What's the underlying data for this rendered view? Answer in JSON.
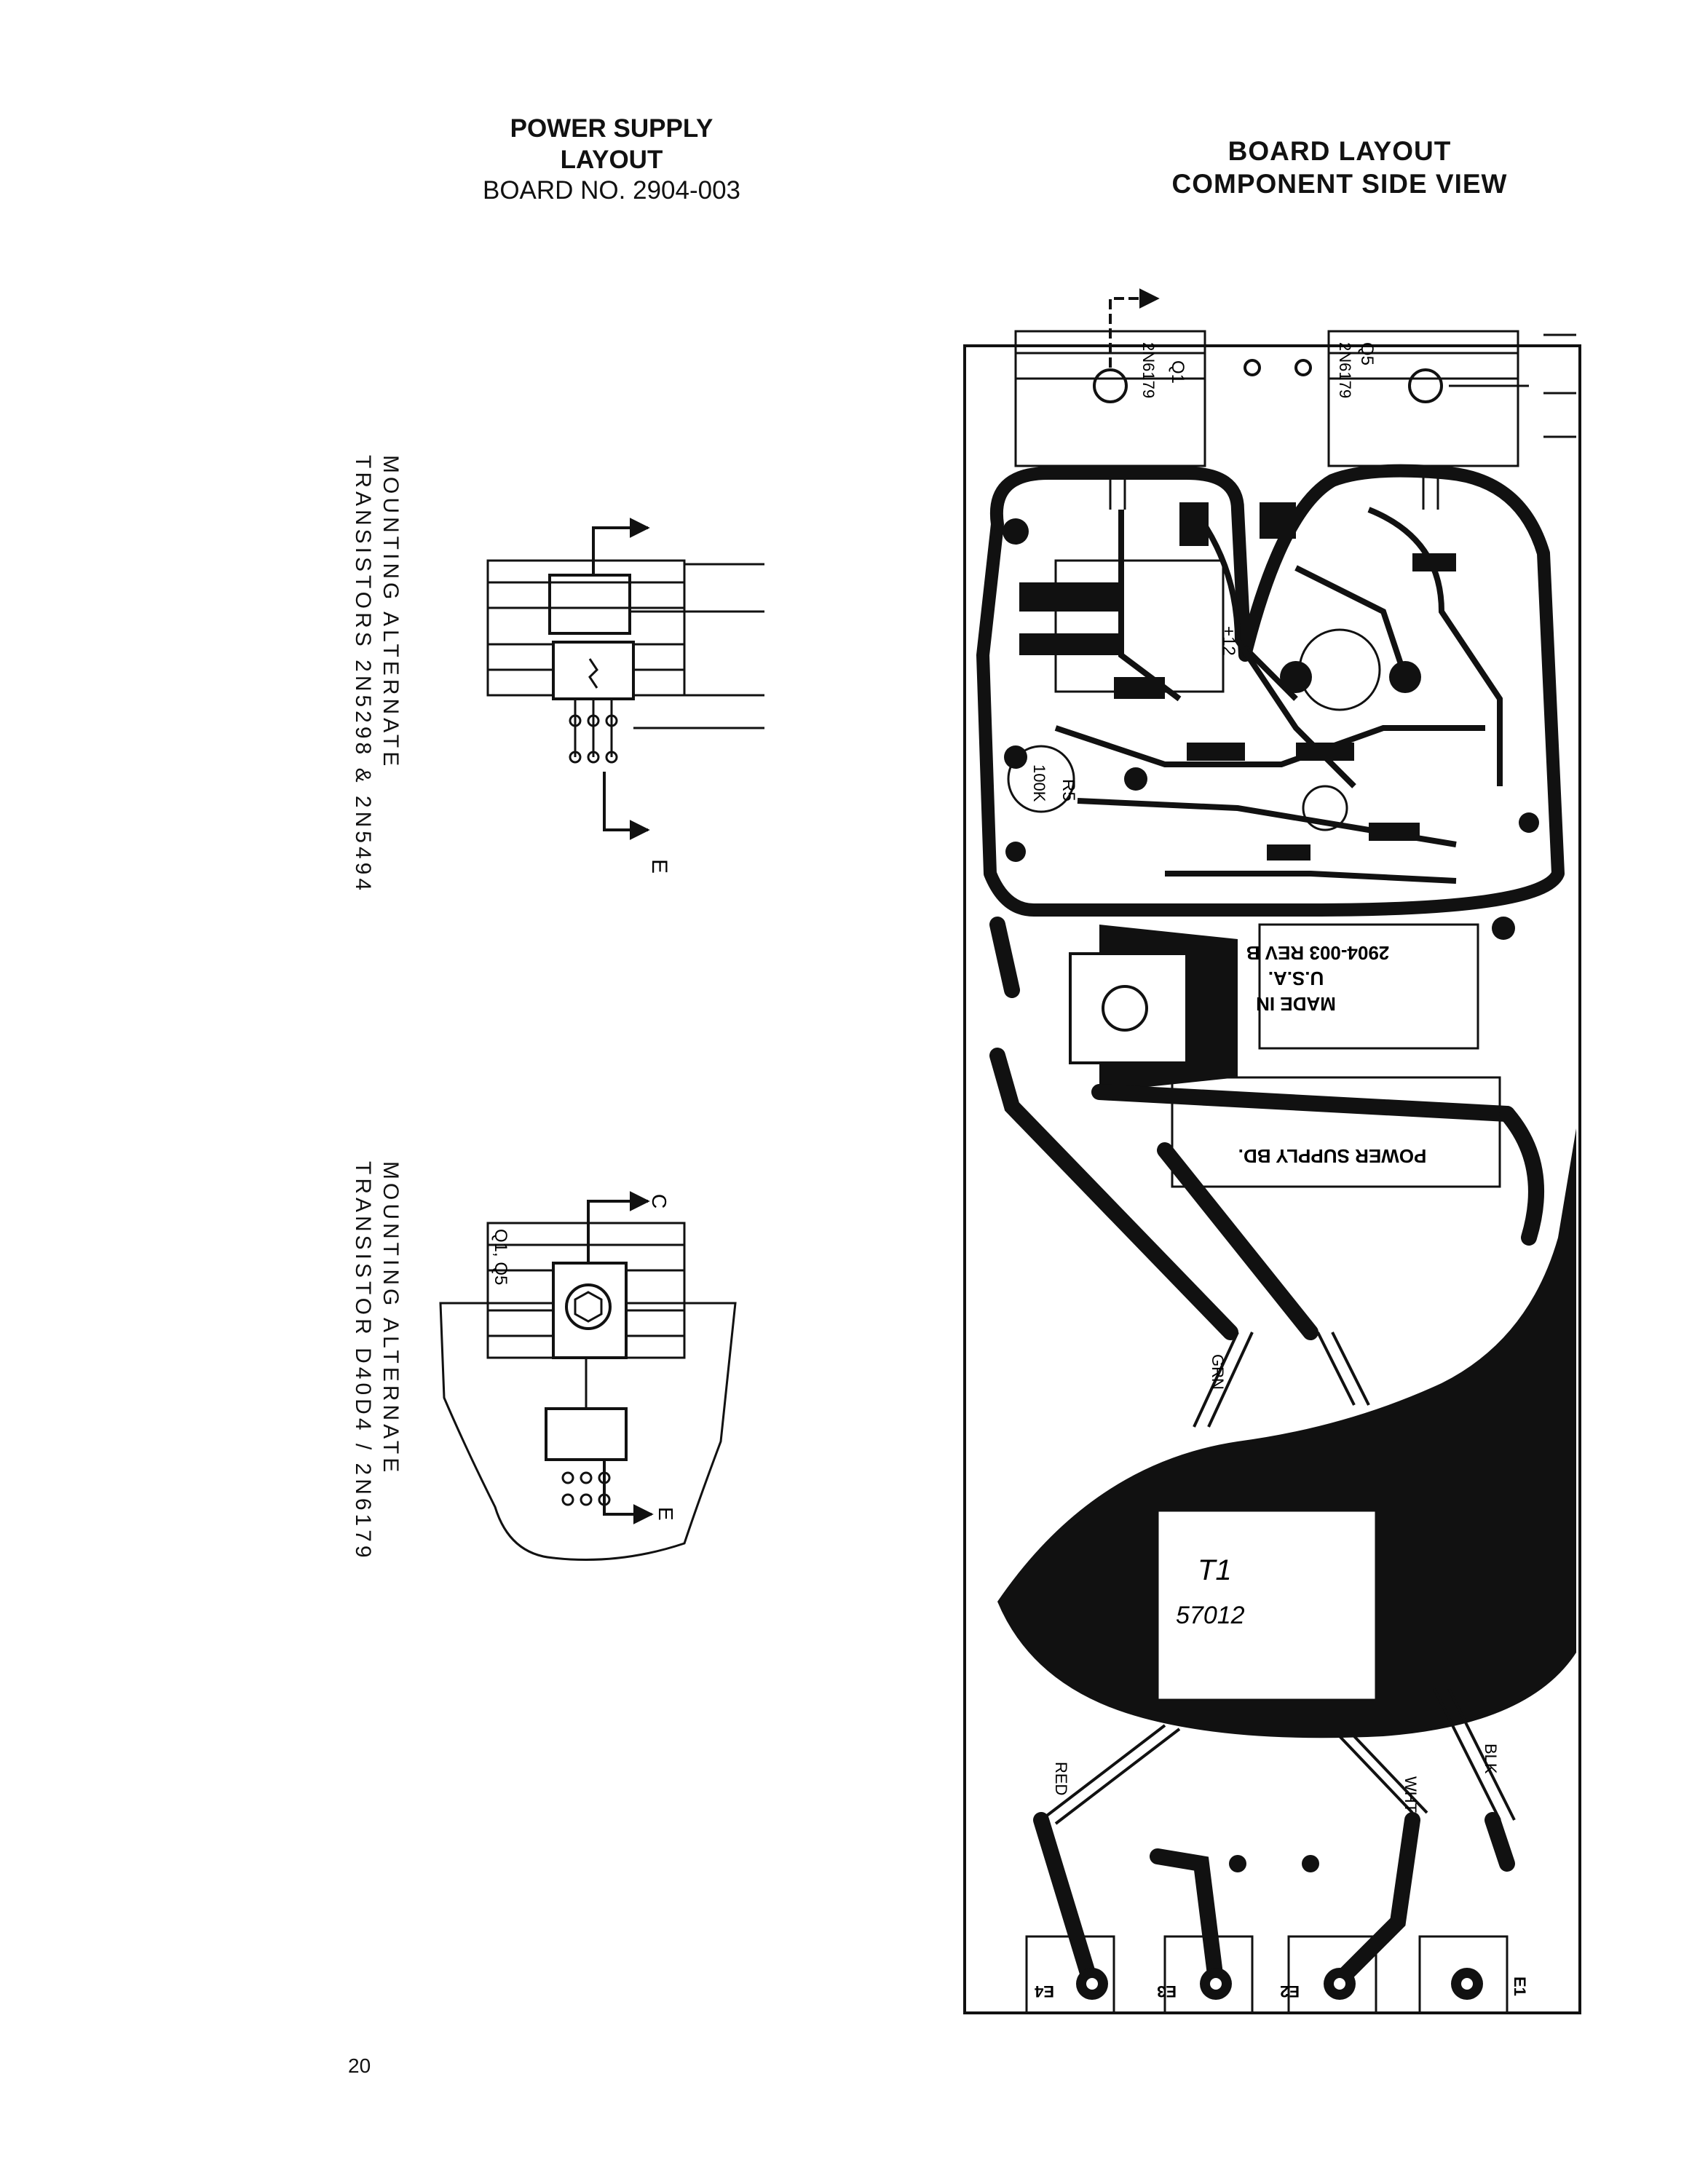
{
  "left_title": {
    "line1": "POWER SUPPLY",
    "line2": "LAYOUT",
    "line3": "BOARD NO. 2904-003"
  },
  "right_title": {
    "line1": "BOARD LAYOUT",
    "line2": "COMPONENT SIDE VIEW"
  },
  "mounting_upper": {
    "line1": "MOUNTING   ALTERNATE",
    "line2": "TRANSISTORS   2N5298 & 2N5494",
    "e_label": "E"
  },
  "mounting_lower": {
    "line1": "MOUNTING   ALTERNATE",
    "line2": "TRANSISTOR   D40D4 / 2N6179",
    "c_label": "C",
    "e_label": "E",
    "hs_label": "Q1, Q5"
  },
  "board": {
    "q1": {
      "ref": "Q1",
      "part": "2N6179"
    },
    "q5": {
      "ref": "Q5",
      "part": "2N6179"
    },
    "r5": {
      "ref": "R5",
      "value": "100K"
    },
    "plus12": "+12",
    "made_in": "MADE IN",
    "usa": "U.S.A.",
    "rev": "2904-003 REV B",
    "power_supply_bd": "POWER SUPPLY BD.",
    "transformer": {
      "ref": "T1",
      "part": "57012"
    },
    "wire_grn": "GRN",
    "wire_red": "RED",
    "wire_wht": "WHT",
    "wire_blk": "BLK",
    "terminals": [
      "E4",
      "E3",
      "E2",
      "E1"
    ]
  },
  "page_number": "20"
}
